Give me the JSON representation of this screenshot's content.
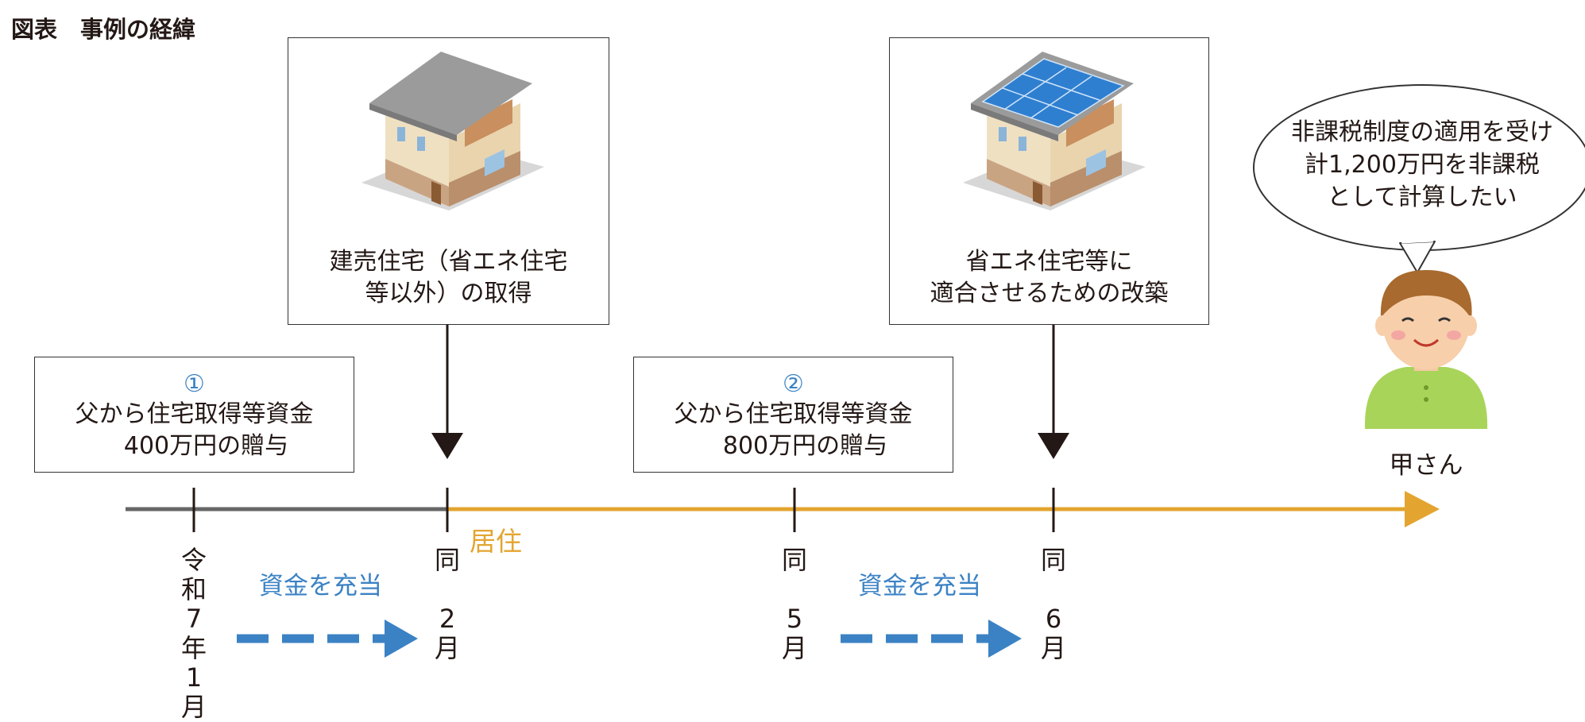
{
  "title": "図表　事例の経緯",
  "events": {
    "house_purchase": {
      "label": "建売住宅（省エネ住宅\n等以外）の取得"
    },
    "renovation": {
      "label": "省エネ住宅等に\n適合させるための改築"
    }
  },
  "gifts": [
    {
      "number": "①",
      "text": "父から住宅取得等資金\n　400万円の贈与"
    },
    {
      "number": "②",
      "text": "父から住宅取得等資金\n　800万円の贈与"
    }
  ],
  "speech": "非課税制度の適用を受け\n計1,200万円を非課税\nとして計算したい",
  "person": "甲さん",
  "residence_label": "居住",
  "timeline_ticks": [
    {
      "label": "令\n和\n7\n年\n1\n月"
    },
    {
      "label": "同\n\n2\n月"
    },
    {
      "label": "同\n\n5\n月"
    },
    {
      "label": "同\n\n6\n月"
    }
  ],
  "fund_arrows": [
    {
      "label": "資金を充当"
    },
    {
      "label": "資金を充当"
    }
  ],
  "colors": {
    "timeline_gray": "#666666",
    "timeline_orange": "#e3a530",
    "blue": "#3b82c4",
    "black": "#231815"
  }
}
